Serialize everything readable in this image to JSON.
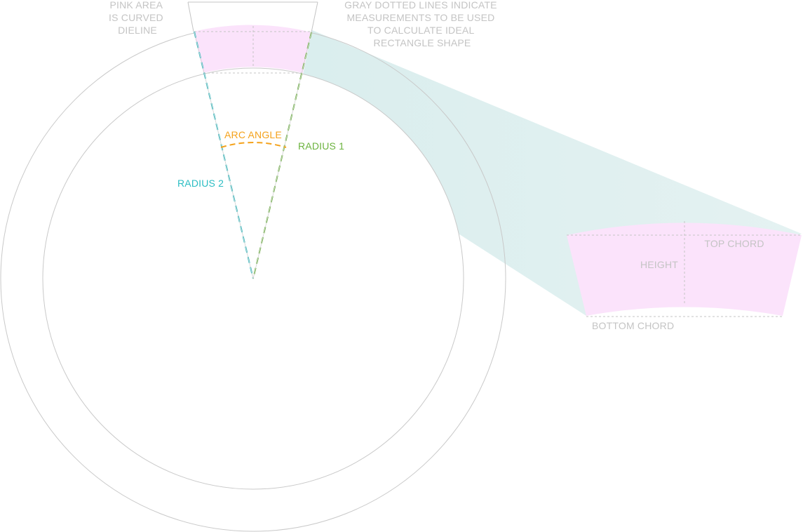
{
  "notes": {
    "pink_area_lines": [
      "PINK AREA",
      "IS CURVED",
      "DIELINE"
    ],
    "gray_dotted_lines": [
      "GRAY DOTTED LINES INDICATE",
      "MEASUREMENTS TO BE USED",
      "TO CALCULATE IDEAL",
      "RECTANGLE SHAPE"
    ]
  },
  "labels": {
    "arc_angle": "ARC ANGLE",
    "radius_1": "RADIUS 1",
    "radius_2": "RADIUS 2",
    "height": "HEIGHT",
    "top_chord": "TOP CHORD",
    "bottom_chord": "BOTTOM CHORD"
  },
  "colors": {
    "dieline_pink": "#fbe3fb",
    "guide_gray": "#bdbdbd",
    "dotted_gray": "#c6c6c6",
    "radius_1_green": "#6cb33f",
    "radius_2_teal": "#2bbdc3",
    "arc_angle_orange": "#f4a21b",
    "projection_teal": "#cfe8e6"
  }
}
